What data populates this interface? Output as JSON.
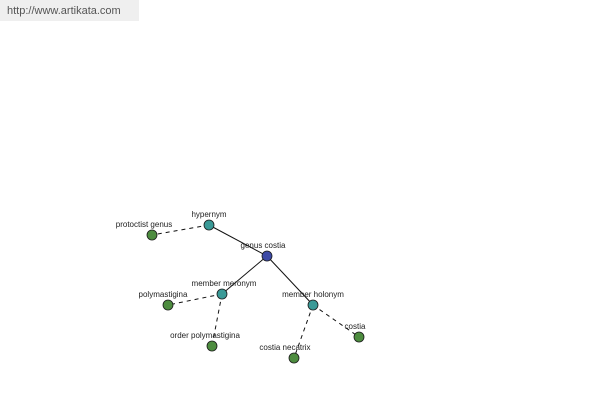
{
  "source_url": "http://www.artikata.com",
  "colors": {
    "center": "#3d4aa6",
    "relation": "#3a9a97",
    "leaf": "#4d8c3f",
    "edge": "#111111"
  },
  "nodes": [
    {
      "id": "genus_costia",
      "label": "genus costia",
      "kind": "center"
    },
    {
      "id": "hypernym",
      "label": "hypernym",
      "kind": "relation"
    },
    {
      "id": "member_meronym",
      "label": "member meronym",
      "kind": "relation"
    },
    {
      "id": "member_holonym",
      "label": "member holonym",
      "kind": "relation"
    },
    {
      "id": "protoctist_genus",
      "label": "protoctist genus",
      "kind": "leaf"
    },
    {
      "id": "polymastigina",
      "label": "polymastigina",
      "kind": "leaf"
    },
    {
      "id": "order_polymastigina",
      "label": "order polymastigina",
      "kind": "leaf"
    },
    {
      "id": "costia_necatrix",
      "label": "costia necatrix",
      "kind": "leaf"
    },
    {
      "id": "costia",
      "label": "costia",
      "kind": "leaf"
    }
  ],
  "edges": [
    {
      "from": "genus_costia",
      "to": "hypernym",
      "style": "solid"
    },
    {
      "from": "genus_costia",
      "to": "member_meronym",
      "style": "solid"
    },
    {
      "from": "genus_costia",
      "to": "member_holonym",
      "style": "solid"
    },
    {
      "from": "hypernym",
      "to": "protoctist_genus",
      "style": "dashed"
    },
    {
      "from": "member_meronym",
      "to": "polymastigina",
      "style": "dashed"
    },
    {
      "from": "member_meronym",
      "to": "order_polymastigina",
      "style": "dashed"
    },
    {
      "from": "member_holonym",
      "to": "costia_necatrix",
      "style": "dashed"
    },
    {
      "from": "member_holonym",
      "to": "costia",
      "style": "dashed"
    }
  ]
}
